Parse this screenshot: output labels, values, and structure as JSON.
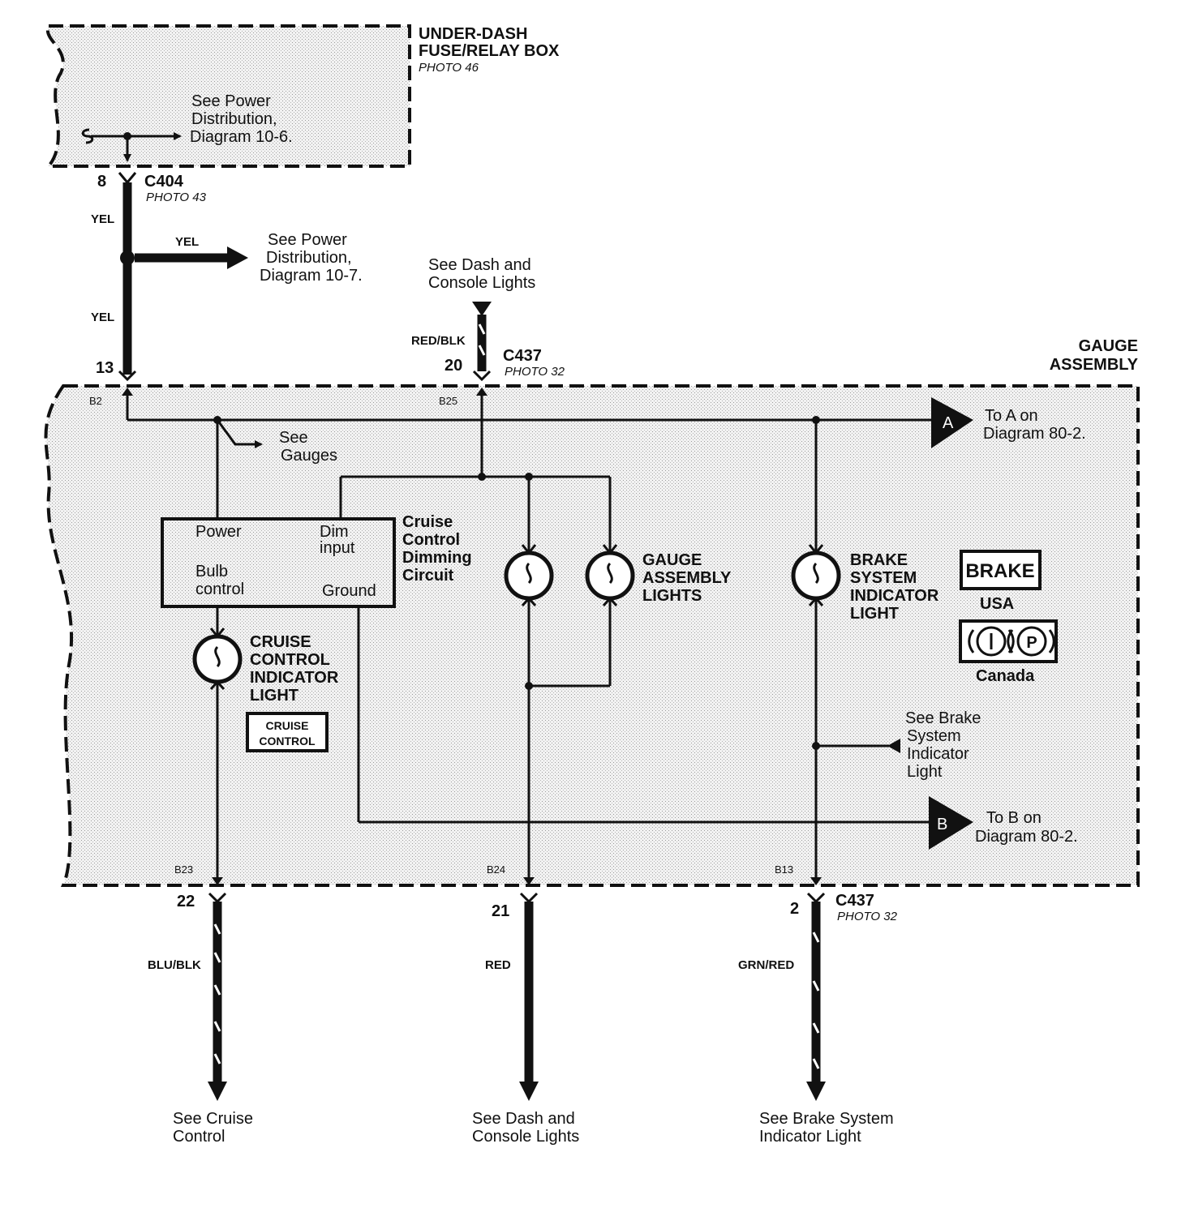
{
  "fuse_box": {
    "title_line1": "UNDER-DASH",
    "title_line2": "FUSE/RELAY BOX",
    "photo": "PHOTO 46",
    "ref_line1": "See Power",
    "ref_line2": "Distribution,",
    "ref_line3": "Diagram 10-6."
  },
  "connector_c404": {
    "name": "C404",
    "photo": "PHOTO 43",
    "pin": "8"
  },
  "wire_top": {
    "color1": "YEL",
    "branch_color": "YEL",
    "color2": "YEL",
    "ref_line1": "See Power",
    "ref_line2": "Distribution,",
    "ref_line3": "Diagram 10-7."
  },
  "dash_ref_top": {
    "line1": "See Dash and",
    "line2": "Console Lights",
    "wire_color": "RED/BLK"
  },
  "connector_c437_top": {
    "name": "C437",
    "photo": "PHOTO 32",
    "pin_13": "13",
    "pin_20": "20"
  },
  "gauge_assembly": {
    "title_line1": "GAUGE",
    "title_line2": "ASSEMBLY",
    "terminals": {
      "b2": "B2",
      "b25": "B25",
      "b23": "B23",
      "b24": "B24",
      "b13": "B13"
    },
    "see_gauges_line1": "See",
    "see_gauges_line2": "Gauges",
    "to_a": {
      "letter": "A",
      "line1": "To A on",
      "line2": "Diagram 80-2."
    },
    "to_b": {
      "letter": "B",
      "line1": "To B on",
      "line2": "Diagram 80-2."
    },
    "dimming_circuit": {
      "power": "Power",
      "dim_line1": "Dim",
      "dim_line2": "input",
      "bulb_line1": "Bulb",
      "bulb_line2": "control",
      "ground": "Ground",
      "label_line1": "Cruise",
      "label_line2": "Control",
      "label_line3": "Dimming",
      "label_line4": "Circuit"
    },
    "cruise_light": {
      "line1": "CRUISE",
      "line2": "CONTROL",
      "line3": "INDICATOR",
      "line4": "LIGHT",
      "badge_line1": "CRUISE",
      "badge_line2": "CONTROL"
    },
    "gauge_lights": {
      "line1": "GAUGE",
      "line2": "ASSEMBLY",
      "line3": "LIGHTS"
    },
    "brake_light": {
      "line1": "BRAKE",
      "line2": "SYSTEM",
      "line3": "INDICATOR",
      "line4": "LIGHT",
      "badge_usa": "BRAKE",
      "usa": "USA",
      "badge_canada_p": "P",
      "canada": "Canada"
    },
    "brake_ref": {
      "line1": "See Brake",
      "line2": "System",
      "line3": "Indicator",
      "line4": "Light"
    }
  },
  "connector_c437_bottom": {
    "name": "C437",
    "photo": "PHOTO 32",
    "pin_22": "22",
    "pin_21": "21",
    "pin_2": "2"
  },
  "bottom_wires": {
    "left_color": "BLU/BLK",
    "mid_color": "RED",
    "right_color": "GRN/RED",
    "left_ref_line1": "See Cruise",
    "left_ref_line2": "Control",
    "mid_ref_line1": "See Dash and",
    "mid_ref_line2": "Console Lights",
    "right_ref_line1": "See Brake System",
    "right_ref_line2": "Indicator Light"
  }
}
